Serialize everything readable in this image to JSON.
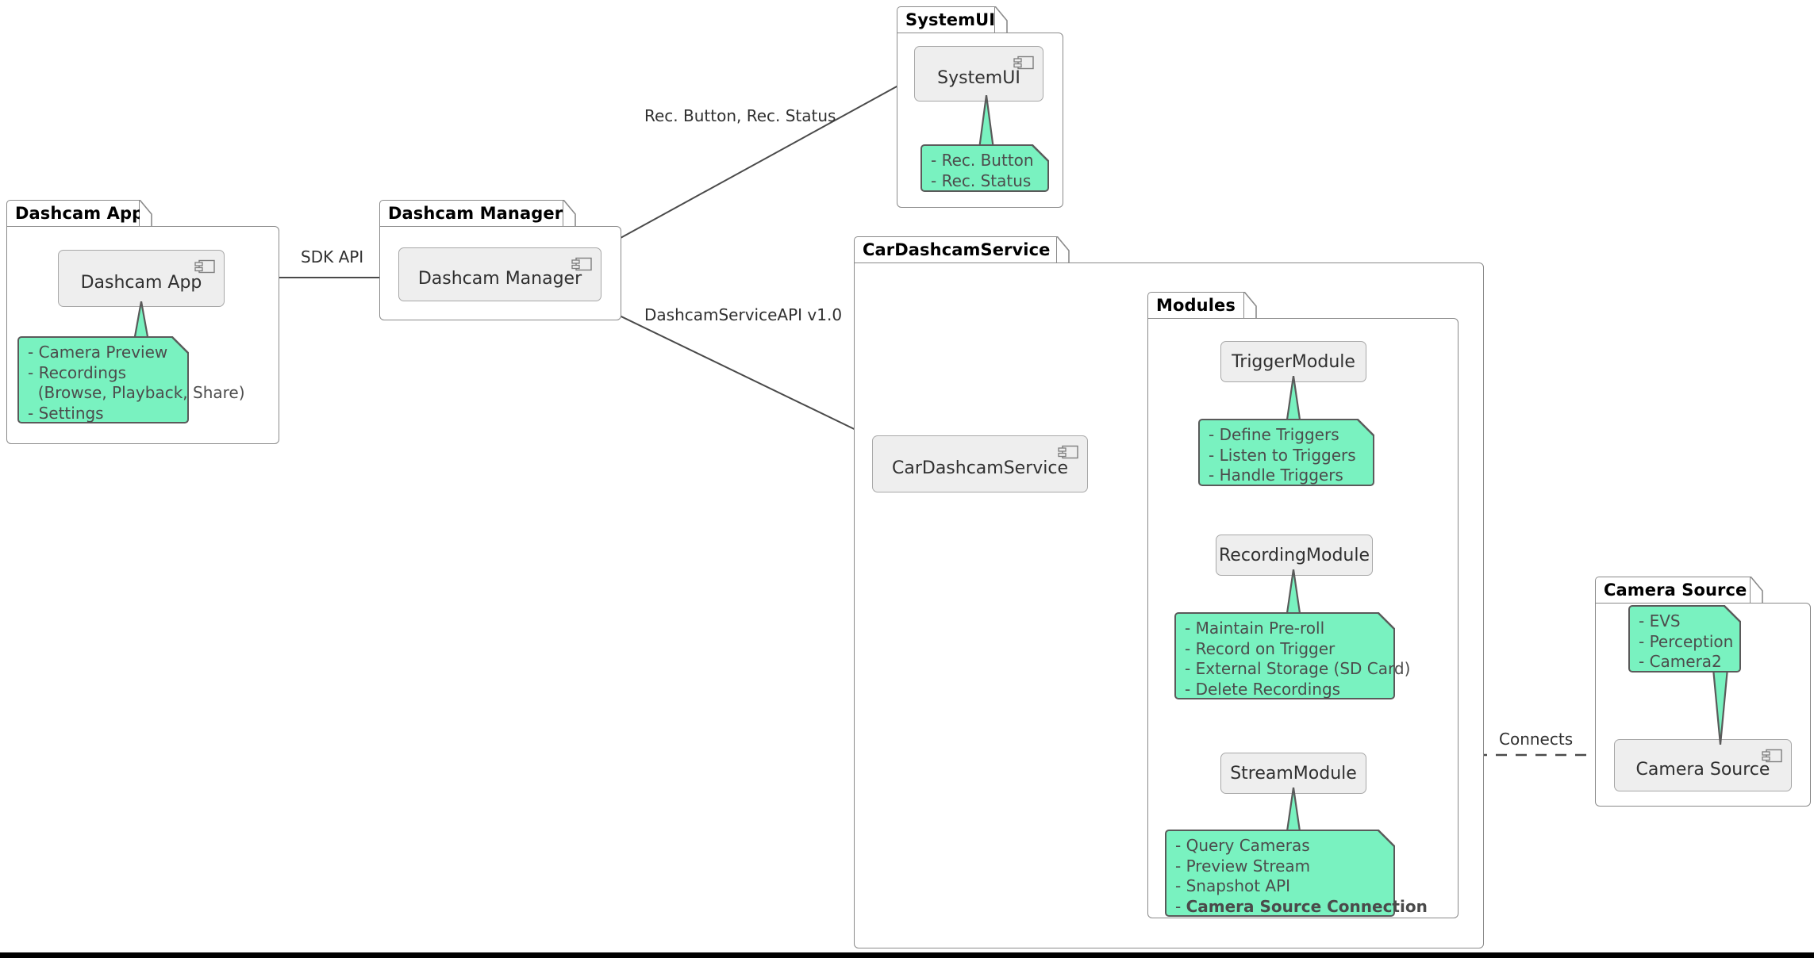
{
  "diagram": {
    "type": "uml-component-diagram",
    "colors": {
      "note_fill": "#79f2c0",
      "note_border": "#5a5a5a",
      "component_fill": "#eeeeee",
      "component_border": "#a8a8a8",
      "package_border": "#8a8a8a",
      "edge": "#4a4a4a",
      "text": "#303030",
      "note_text": "#4c4c4c"
    }
  },
  "packages": [
    {
      "id": "dashcam-app",
      "label": "Dashcam App"
    },
    {
      "id": "dashcam-manager",
      "label": "Dashcam Manager"
    },
    {
      "id": "systemui",
      "label": "SystemUI"
    },
    {
      "id": "cardashcamservice",
      "label": "CarDashcamService"
    },
    {
      "id": "modules",
      "label": "Modules"
    },
    {
      "id": "camera-source",
      "label": "Camera Source"
    }
  ],
  "components": [
    {
      "id": "dashcam-app-comp",
      "label": "Dashcam App",
      "icon": "uml-component-icon"
    },
    {
      "id": "dashcam-manager-comp",
      "label": "Dashcam Manager",
      "icon": "uml-component-icon"
    },
    {
      "id": "systemui-comp",
      "label": "SystemUI",
      "icon": "uml-component-icon"
    },
    {
      "id": "cardashcamservice-comp",
      "label": "CarDashcamService",
      "icon": "uml-component-icon"
    },
    {
      "id": "triggermodule",
      "label": "TriggerModule",
      "icon": "none"
    },
    {
      "id": "recordingmodule",
      "label": "RecordingModule",
      "icon": "none"
    },
    {
      "id": "streammodule",
      "label": "StreamModule",
      "icon": "none"
    },
    {
      "id": "camera-source-comp",
      "label": "Camera Source",
      "icon": "uml-component-icon"
    }
  ],
  "notes": [
    {
      "id": "note-dashcam-app",
      "attached_to": "dashcam-app-comp",
      "lines": [
        "- Camera Preview",
        "- Recordings",
        "  (Browse, Playback, Share)",
        "- Settings"
      ]
    },
    {
      "id": "note-systemui",
      "attached_to": "systemui-comp",
      "lines": [
        "- Rec. Button",
        "- Rec. Status"
      ]
    },
    {
      "id": "note-triggermodule",
      "attached_to": "triggermodule",
      "lines": [
        "- Define Triggers",
        "- Listen to Triggers",
        "- Handle Triggers"
      ]
    },
    {
      "id": "note-recordingmodule",
      "attached_to": "recordingmodule",
      "lines": [
        "- Maintain Pre-roll",
        "- Record on Trigger",
        "- External Storage (SD Card)",
        "- Delete Recordings"
      ]
    },
    {
      "id": "note-streammodule",
      "attached_to": "streammodule",
      "lines": [
        "- Query Cameras",
        "- Preview Stream",
        "- Snapshot API",
        "- <b>Camera Source Connection</b>"
      ],
      "html": true
    },
    {
      "id": "note-camera-source",
      "attached_to": "camera-source-comp",
      "lines": [
        "- EVS",
        "- Perception",
        "- Camera2"
      ]
    }
  ],
  "edges": [
    {
      "id": "edge-sdk-api",
      "from": "dashcam-app-comp",
      "to": "dashcam-manager-comp",
      "label": "SDK API",
      "style": "solid-arrow"
    },
    {
      "id": "edge-rec-button-status",
      "from": "dashcam-manager-comp",
      "to": "systemui-comp",
      "label": "Rec. Button, Rec. Status",
      "style": "solid-arrow"
    },
    {
      "id": "edge-dashcamserviceapi",
      "from": "dashcam-manager-comp",
      "to": "cardashcamservice-comp",
      "label": "DashcamServiceAPI v1.0",
      "style": "solid-arrow"
    },
    {
      "id": "edge-to-triggermodule",
      "from": "cardashcamservice-comp",
      "to": "triggermodule",
      "label": "",
      "style": "solid-arrow"
    },
    {
      "id": "edge-to-recordingmodule",
      "from": "cardashcamservice-comp",
      "to": "recordingmodule",
      "label": "",
      "style": "solid-arrow"
    },
    {
      "id": "edge-to-streammodule",
      "from": "cardashcamservice-comp",
      "to": "streammodule",
      "label": "",
      "style": "curved-arrow"
    },
    {
      "id": "edge-connects",
      "from": "streammodule",
      "to": "camera-source-comp",
      "label": "Connects",
      "style": "dashed"
    }
  ]
}
